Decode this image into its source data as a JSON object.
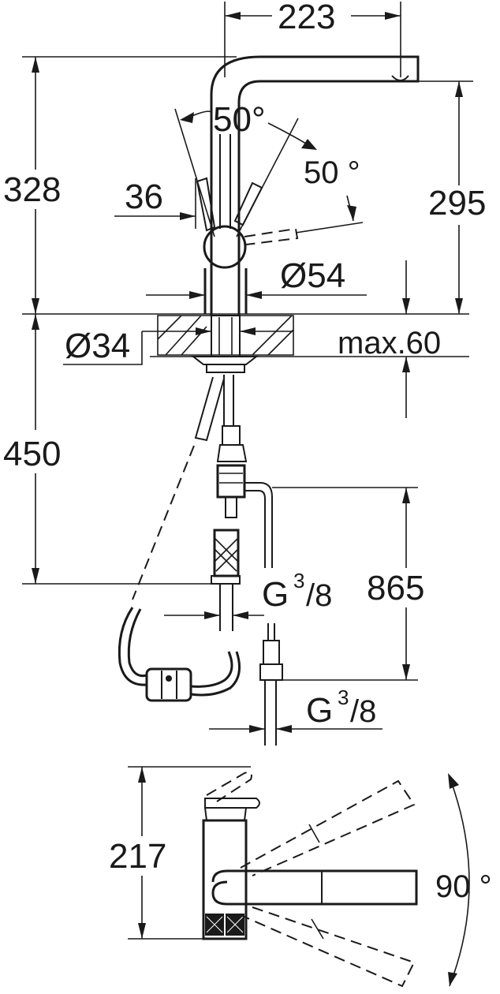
{
  "dimensions": {
    "spout_reach": "223",
    "total_height": "328",
    "spout_height": "295",
    "swivel_angle_left": "50°",
    "swivel_angle_right": "50 °",
    "lever_width": "36",
    "body_diameter": "Ø54",
    "hole_diameter": "Ø34",
    "max_thickness": "max.60",
    "hose_length_below": "450",
    "hose_total": "865",
    "connection_left": "G",
    "connection_right": "G",
    "thread_fraction_num": "3",
    "thread_fraction_den": "/8",
    "top_view_height": "217",
    "rotation_angle": "90 °"
  }
}
